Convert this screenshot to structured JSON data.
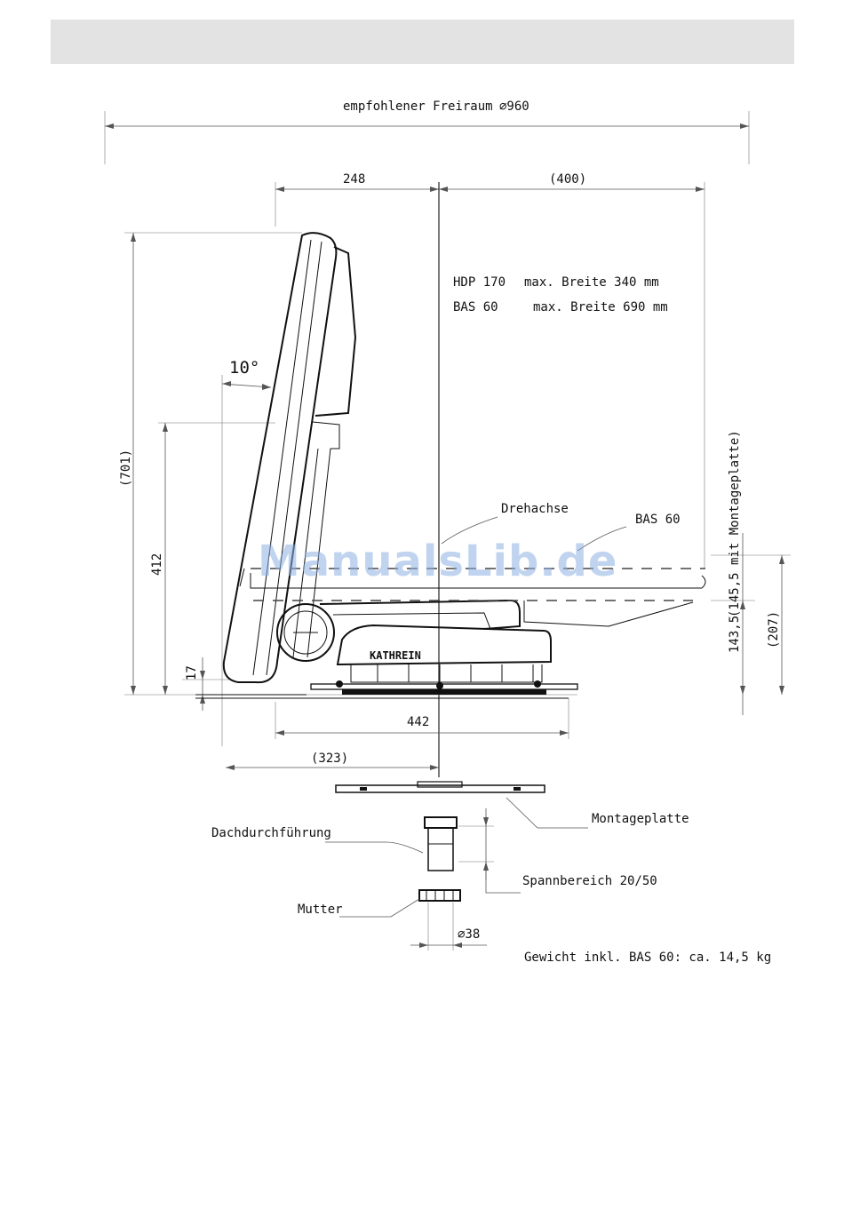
{
  "dimensions": {
    "clearance_label": "empfohlener Freiraum",
    "clearance_value": "⌀960",
    "d248": "248",
    "d400": "(400)",
    "d701": "(701)",
    "d412": "412",
    "d17": "17",
    "d442": "442",
    "d323": "(323)",
    "angle": "10°",
    "d143_5": "143,5",
    "d145_5": "(145,5 mit Montageplatte)",
    "d207": "(207)",
    "d38": "⌀38"
  },
  "notes": {
    "hdp_model": "HDP 170",
    "hdp_width": "max. Breite 340 mm",
    "bas_model": "BAS 60",
    "bas_width": "max. Breite 690 mm"
  },
  "labels": {
    "rotation_axis": "Drehachse",
    "bas60": "BAS 60",
    "brand": "KATHREIN",
    "mounting_plate": "Montageplatte",
    "roof_feedthrough": "Dachdurchführung",
    "clamping_range": "Spannbereich 20/50",
    "nut": "Mutter",
    "weight": "Gewicht inkl. BAS 60: ca. 14,5 kg"
  },
  "watermark": "ManualsLib.de"
}
